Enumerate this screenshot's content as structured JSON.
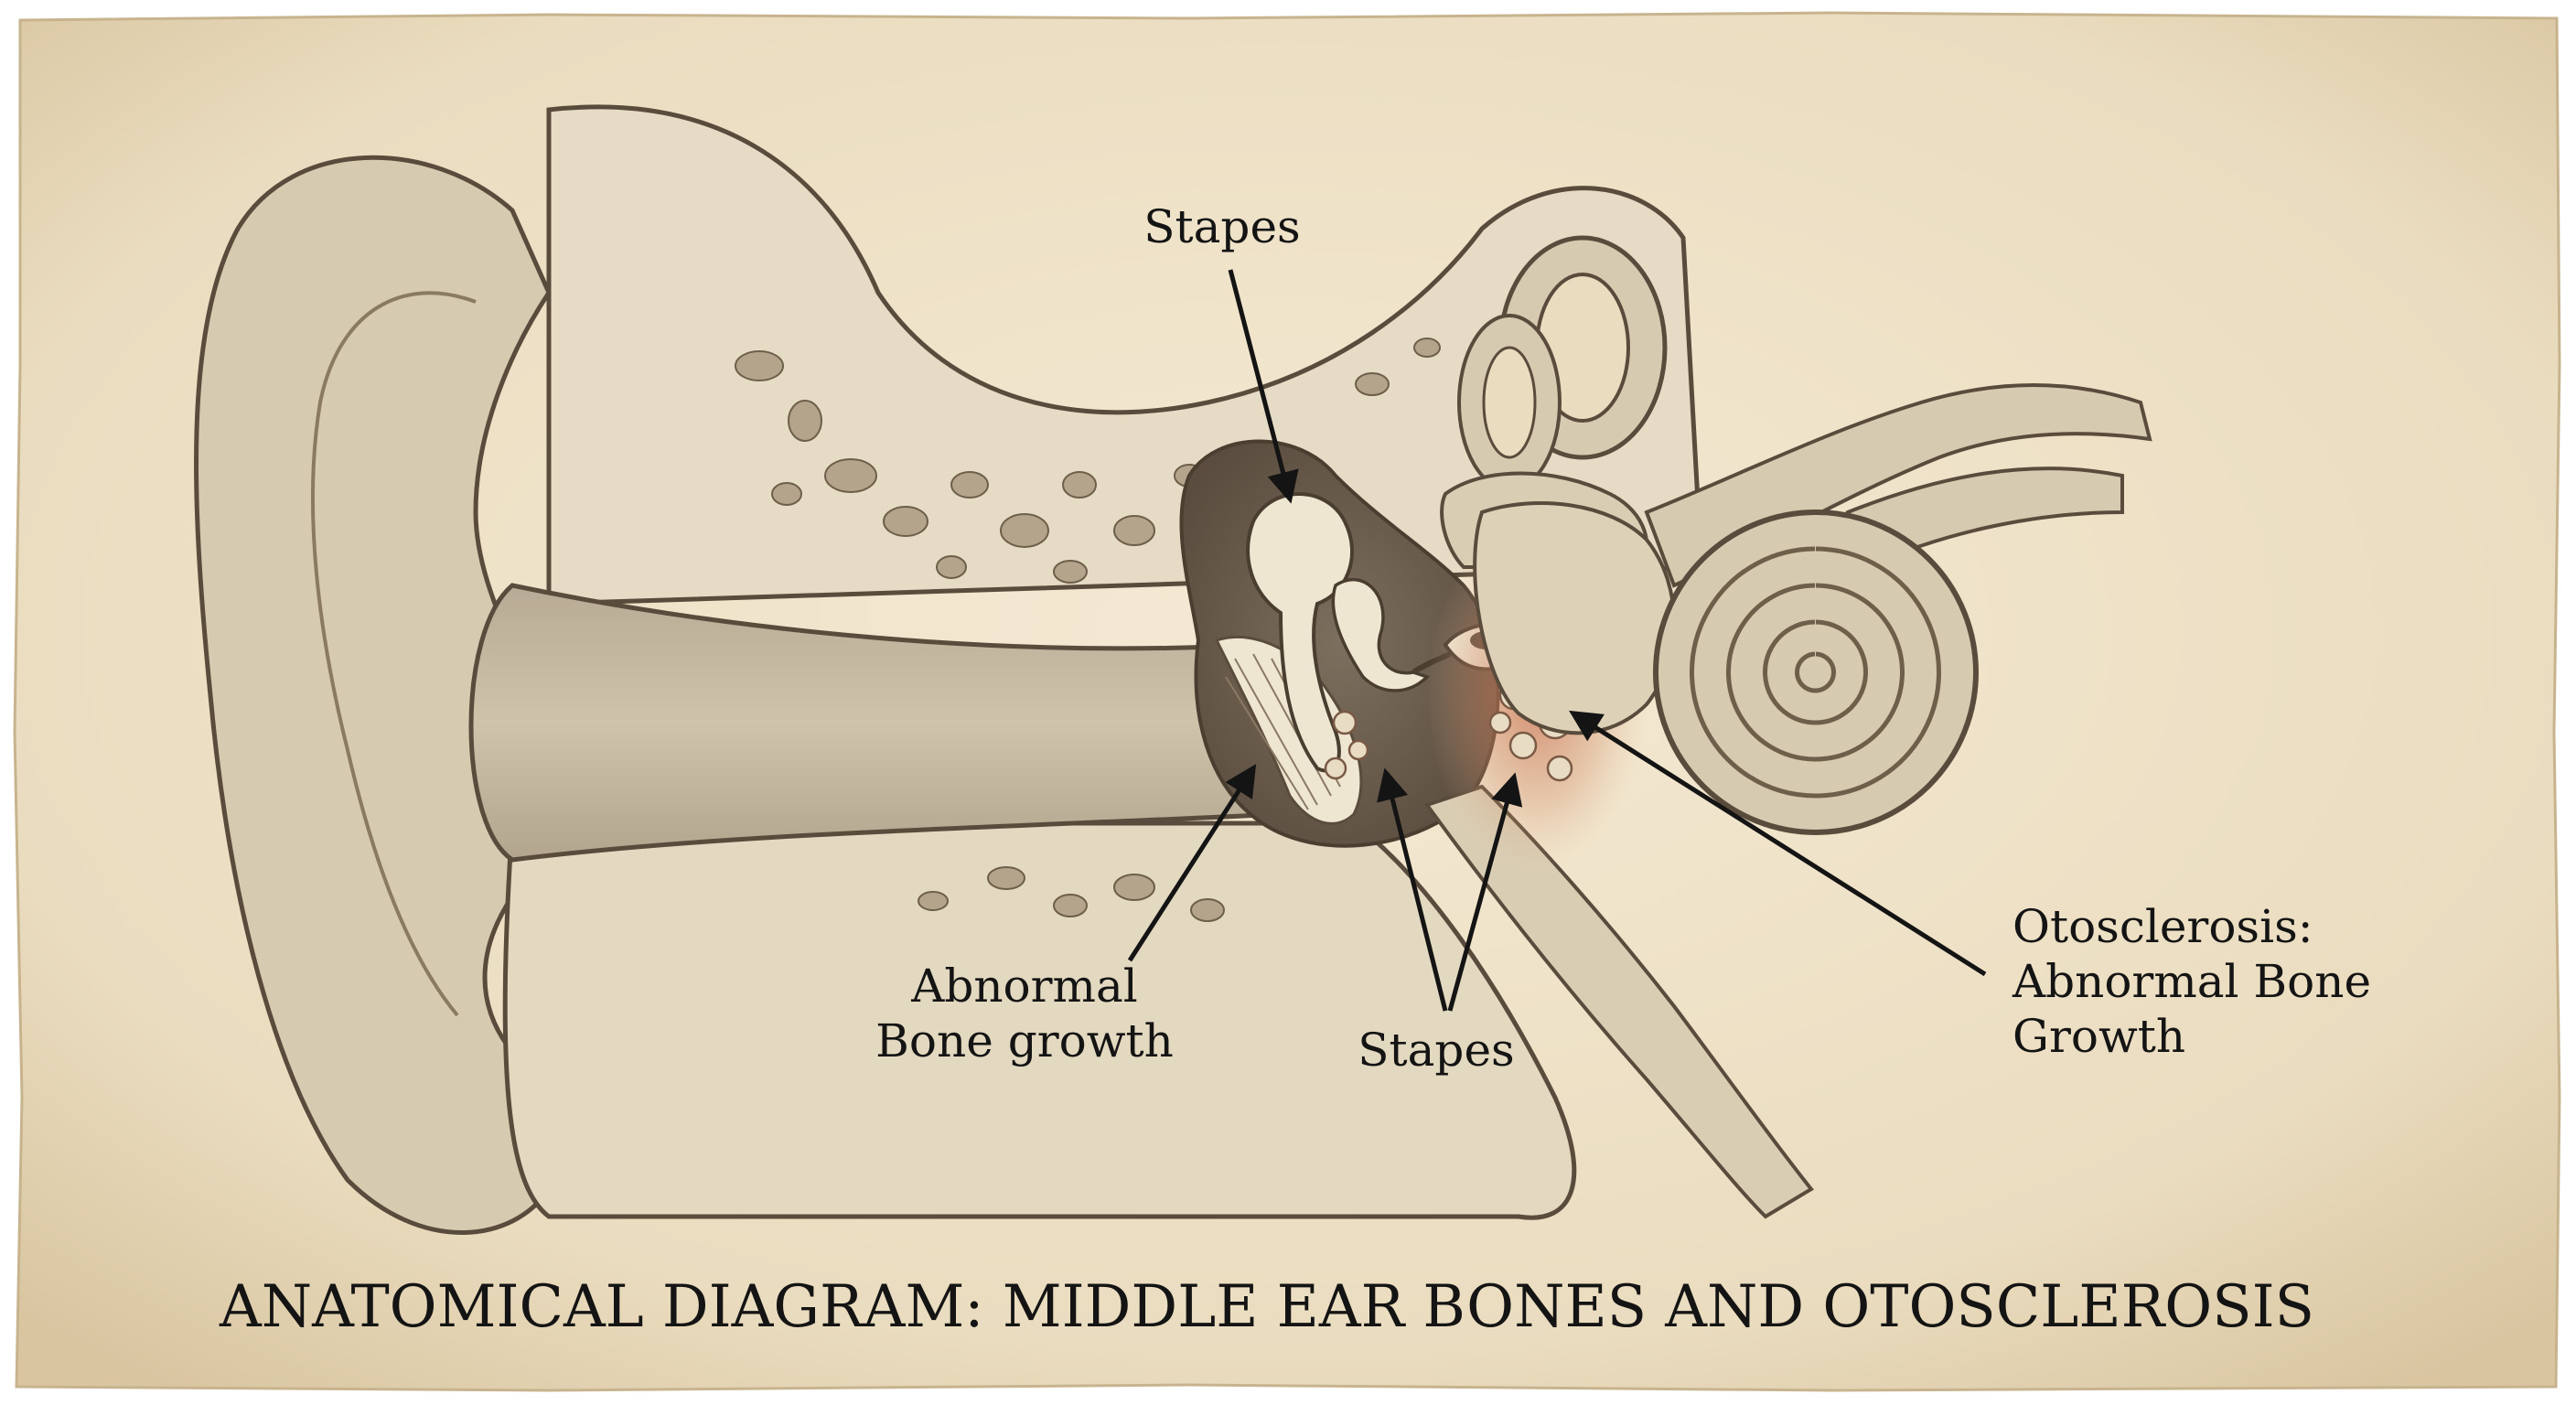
{
  "title": "ANATOMICAL DIAGRAM: MIDDLE EAR BONES AND OTOSCLEROSIS",
  "labels": {
    "stapes_top": "Stapes",
    "abnormal_line1": "Abnormal",
    "abnormal_line2": "Bone growth",
    "stapes_bottom": "Stapes",
    "oto_line1": "Otosclerosis:",
    "oto_line2": "Abnormal Bone",
    "oto_line3": "Growth"
  },
  "colors": {
    "parchment": "#efe4cb",
    "tissue": "#d9cdb3",
    "bone": "#e6dcc6",
    "outline": "#5a4c3c",
    "inflammation": "#c86a4a"
  }
}
